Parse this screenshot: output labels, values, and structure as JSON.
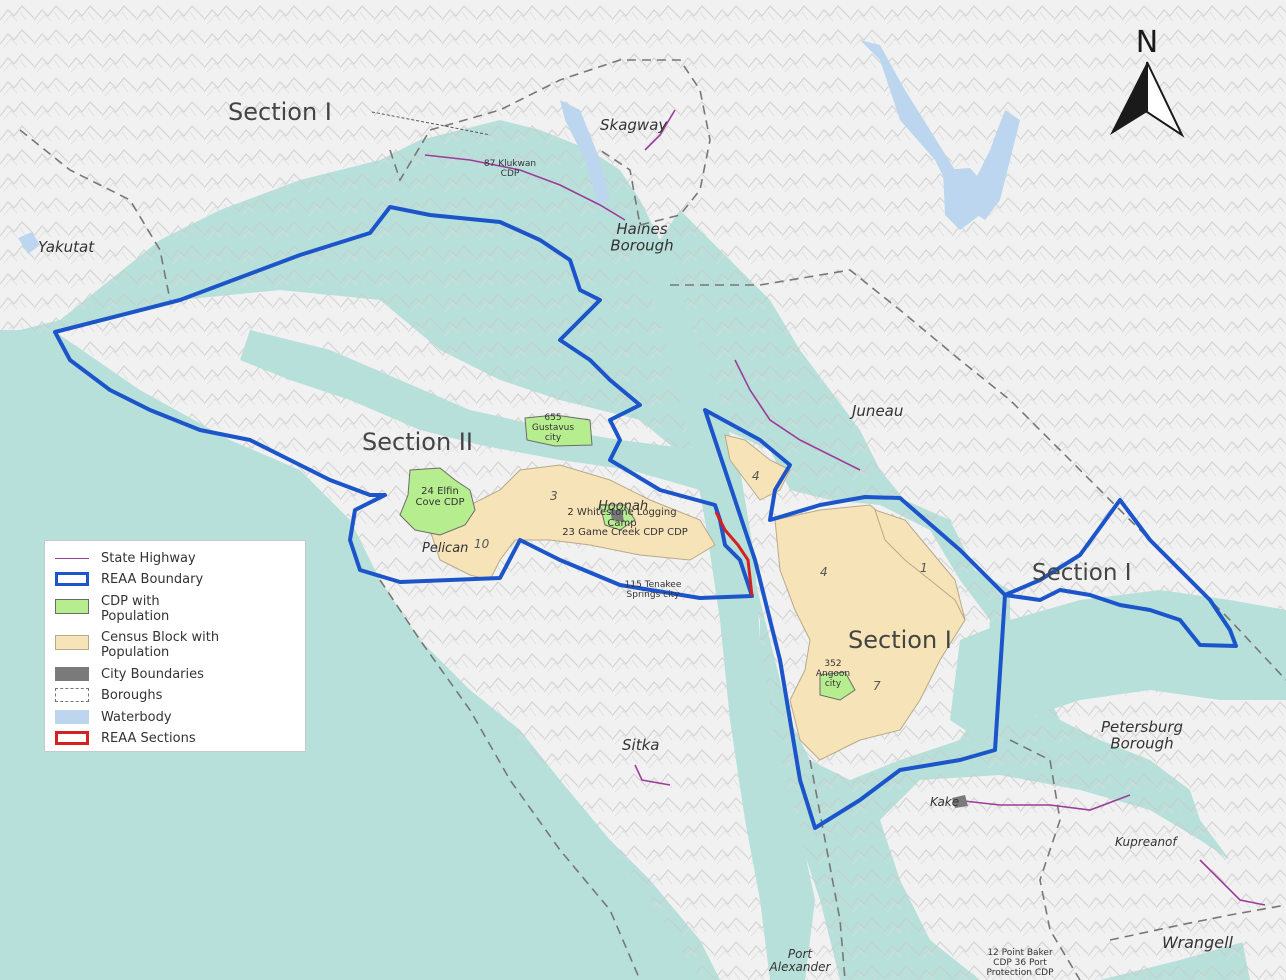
{
  "map": {
    "labels": {
      "section_i_nw": "Section I",
      "section_ii": "Section II",
      "section_i_center": "Section I",
      "section_i_east": "Section I",
      "skagway": "Skagway",
      "haines": "Haines\nBorough",
      "yakutat": "Yakutat",
      "juneau": "Juneau",
      "sitka": "Sitka",
      "petersburg": "Petersburg\nBorough",
      "kake": "Kake",
      "kupreanof": "Kupreanof",
      "wrangell": "Wrangell",
      "port_alexander": "Port\nAlexander",
      "pelican": "Pelican",
      "hoonah": "Hoonah",
      "klukwan": "87 Klukwan\nCDP",
      "gustavus": "655\nGustavus\ncity",
      "elfin_cove": "24 Elfin\nCove CDP",
      "whitestone": "2 Whitestone Logging\nCamp",
      "game_creek": "23 Game Creek CDP CDP",
      "tenakee": "115 Tenakee\nSprings city",
      "angoon": "352\nAngoon\ncity",
      "point_baker": "12 Point Baker\nCDP 36 Port\nProtection CDP",
      "block_3": "3",
      "block_4_top": "4",
      "block_4_mid": "4",
      "block_1": "1",
      "block_7": "7",
      "block_10": "10",
      "north_arrow": "N"
    },
    "colors": {
      "land": "#f1f1f1",
      "water": "#b8e0da",
      "inland_water": "#bcd6ef",
      "reaa_boundary": "#1b55c9",
      "reaa_sections": "#d42020",
      "cdp": "#b6ee8f",
      "census_block": "#f6e3b8",
      "highway": "#9b3d9b",
      "borough": "#777777"
    }
  },
  "legend": {
    "items": [
      {
        "label": "State Highway",
        "symbol": "highway"
      },
      {
        "label": "REAA Boundary",
        "symbol": "reaa"
      },
      {
        "label": "CDP with\nPopulation",
        "symbol": "cdp"
      },
      {
        "label": "Census Block with\nPopulation",
        "symbol": "census"
      },
      {
        "label": "City Boundaries",
        "symbol": "city"
      },
      {
        "label": "Boroughs",
        "symbol": "boro"
      },
      {
        "label": "Waterbody",
        "symbol": "water"
      },
      {
        "label": "REAA Sections",
        "symbol": "sections"
      }
    ]
  }
}
